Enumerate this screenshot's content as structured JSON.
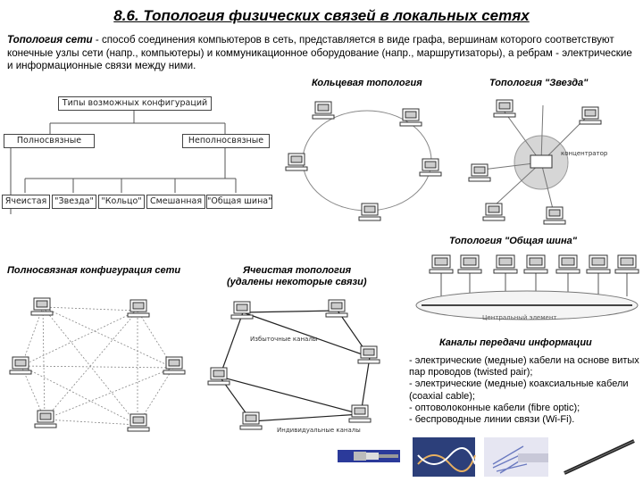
{
  "title": "8.6. Топология физических связей в локальных сетях",
  "intro": {
    "term": "Топология сети",
    "text": " - способ соединения компьютеров в сеть, представляется в виде графа, вершинам которого соответствуют конечные узлы сети (напр., компьютеры) и коммуникационное оборудование (напр., маршрутизаторы), а ребрам - электрические и информационные связи между ними."
  },
  "tree": {
    "root": "Типы возможных конфигураций",
    "full": "Полносвязные",
    "partial": "Неполносвязные",
    "leaves": [
      "Ячеистая",
      "\"Звезда\"",
      "\"Кольцо\"",
      "Смешанная",
      "\"Общая шина\""
    ]
  },
  "ring": {
    "label": "Кольцевая топология"
  },
  "star": {
    "label": "Топология \"Звезда\"",
    "hub_label": "концентратор"
  },
  "bus": {
    "label": "Топология \"Общая шина\"",
    "center_label": "Центральный элемент"
  },
  "full_mesh": {
    "label": "Полносвязная конфигурация сети"
  },
  "mesh": {
    "label_line1": "Ячеистая топология",
    "label_line2": "(удалены некоторые связи)",
    "redundant_label": "Избыточные каналы",
    "individual_label": "Индивидуальные каналы"
  },
  "cables": {
    "heading": "Каналы передачи информации",
    "items": [
      "- электрические (медные) кабели на основе витых пар проводов (twisted pair);",
      "- электрические (медные) коаксиальные кабели (coaxial cable);",
      "- оптоволоконные кабели (fibre optic);",
      "- беспроводные линии связи (Wi-Fi)."
    ]
  }
}
